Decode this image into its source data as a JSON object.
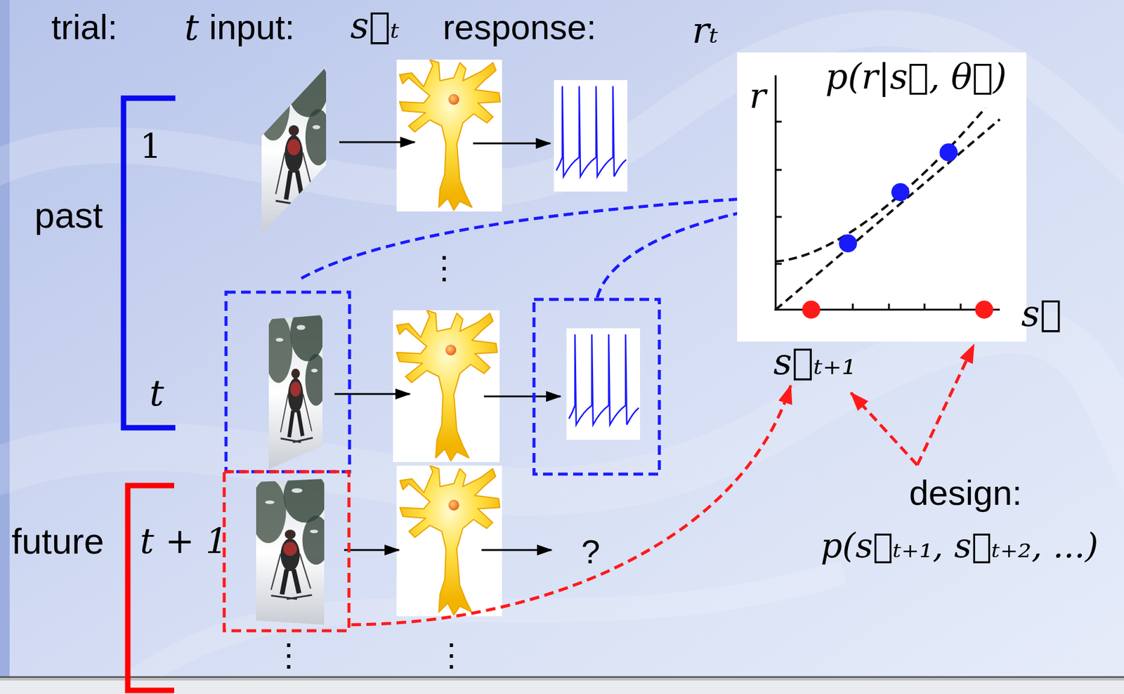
{
  "diagram": {
    "nodes": [
      {
        "text": [
          "p(r|s⃗, θ⃗)",
          "r"
        ]
      }
    ],
    "labels": [
      "trial:",
      "t",
      "input:",
      "s⃗ₜ",
      "response:",
      "rₜ",
      "1",
      "past",
      "⋮",
      "t",
      "future",
      "t + 1",
      "?",
      "⋮",
      "⋮",
      "s⃗",
      "s⃗ₜ₊₁",
      "design:",
      "p(s⃗ₜ₊₁, s⃗ₜ₊₂, ...)"
    ]
  }
}
